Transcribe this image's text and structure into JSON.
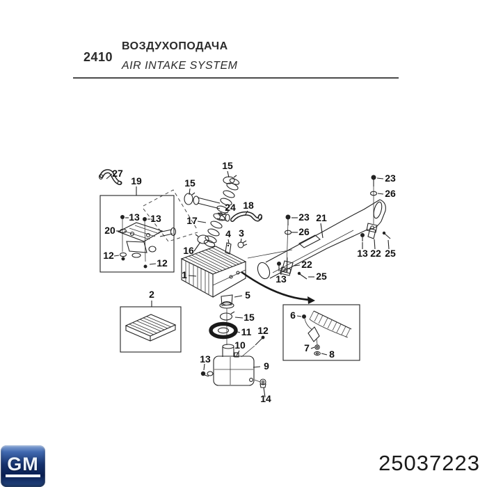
{
  "header": {
    "section_number": "2410",
    "title_ru": "ВОЗДУХОПОДАЧА",
    "title_en": "AIR INTAKE SYSTEM"
  },
  "footer": {
    "brand": "GM",
    "part_number": "25037223"
  },
  "colors": {
    "line_art": "#222222",
    "callout_text": "#101010",
    "logo_blue_top": "#8aa8d8",
    "logo_blue_mid": "#16336f",
    "logo_blue_dark": "#0a1f52"
  },
  "diagram": {
    "description": "Exploded parts diagram of an air intake system with numbered callouts",
    "callouts": {
      "l27": "27",
      "l19": "19",
      "l15a": "15",
      "l15b": "15",
      "l13a": "13",
      "l13b": "13",
      "l20": "20",
      "l12a": "12",
      "l12b": "12",
      "l17": "17",
      "l24": "24",
      "l18": "18",
      "l16": "16",
      "l4": "4",
      "l3": "3",
      "l23a": "23",
      "l26a": "26",
      "l23b": "23",
      "l26b": "26",
      "l21": "21",
      "l13c": "13",
      "l22a": "22",
      "l25a": "25",
      "l22b": "22",
      "l13d": "13",
      "l25b": "25",
      "l1": "1",
      "l5": "5",
      "l15c": "15",
      "l11": "11",
      "l12c": "12",
      "l10": "10",
      "l13e": "13",
      "l9": "9",
      "l14": "14",
      "l2": "2",
      "l6": "6",
      "l7": "7",
      "l8": "8"
    }
  }
}
